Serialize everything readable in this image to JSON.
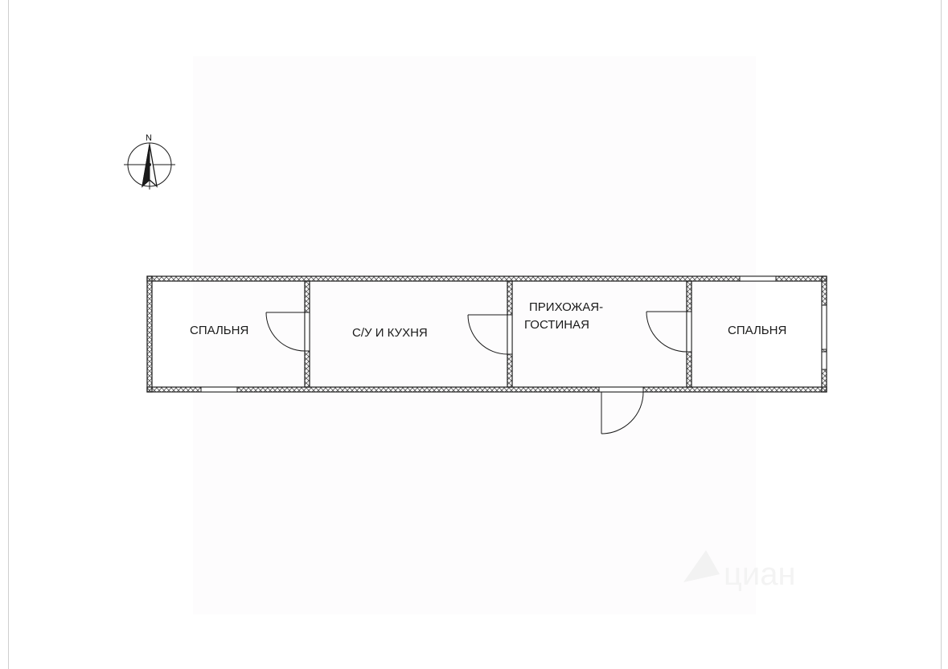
{
  "compass": {
    "north_label": "N",
    "icon": "north-arrow-icon"
  },
  "rooms": [
    {
      "id": "bedroom-left",
      "label": "СПАЛЬНЯ"
    },
    {
      "id": "bathroom-kitchen",
      "label": "С/У И КУХНЯ"
    },
    {
      "id": "hall-living",
      "label_line1": "ПРИХОЖАЯ-",
      "label_line2": "ГОСТИНАЯ"
    },
    {
      "id": "bedroom-right",
      "label": "СПАЛЬНЯ"
    }
  ],
  "watermark": {
    "text": "циан",
    "icon": "cian-logo-icon"
  },
  "colors": {
    "wall": "#1a1a1a",
    "background": "#ffffff",
    "hatch": "#555555"
  }
}
